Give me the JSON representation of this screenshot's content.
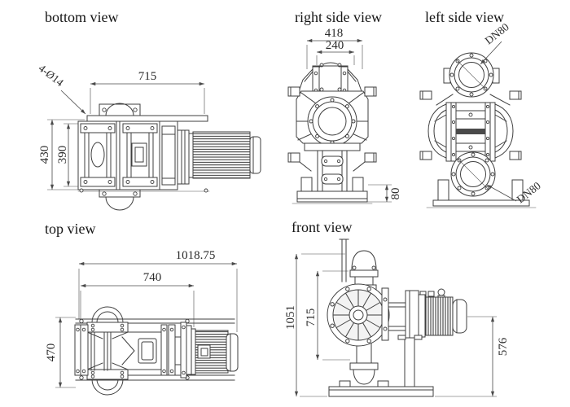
{
  "colors": {
    "line": "#3f3f3f",
    "background": "#ffffff",
    "text": "#1a1a1a"
  },
  "views": {
    "bottom_view": {
      "title": "bottom view",
      "dim_length": "715",
      "dim_width_outer": "430",
      "dim_width_inner": "390",
      "dim_mounting_holes": "4-Ø14"
    },
    "right_side_view": {
      "title": "right side view",
      "dim_width_overall": "418",
      "dim_width_inner": "240",
      "dim_base_height": "80"
    },
    "left_side_view": {
      "title": "left side view",
      "dim_port_top": "DN80",
      "dim_port_bottom": "DN80"
    },
    "top_view": {
      "title": "top view",
      "dim_length_overall": "1018.75",
      "dim_length_pump": "740",
      "dim_width": "470"
    },
    "front_view": {
      "title": "front view",
      "dim_height_overall": "1051",
      "dim_height_pump": "715",
      "dim_height_motor": "576"
    }
  }
}
